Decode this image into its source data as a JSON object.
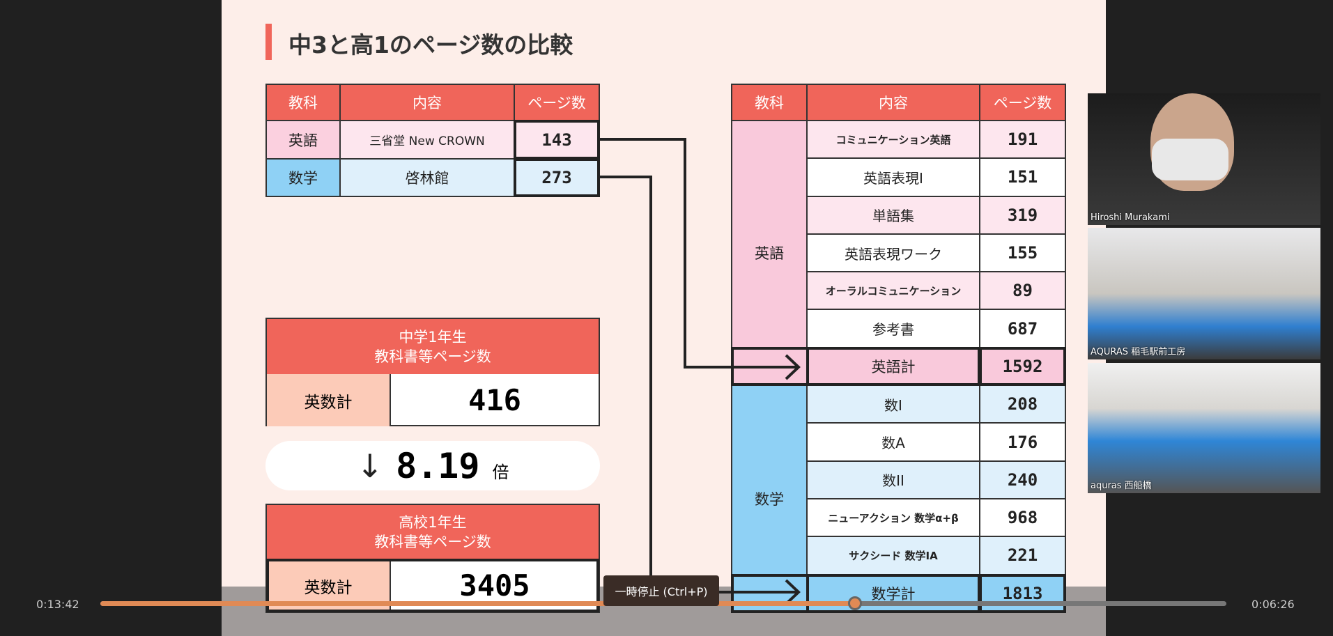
{
  "title": "中3と高1のページ数の比較",
  "left_table": {
    "headers": [
      "教科",
      "内容",
      "ページ数"
    ],
    "rows": [
      {
        "subject": "英語",
        "content": "三省堂 New CROWN",
        "pages": "143",
        "color": "#fbd0df",
        "bg": "#fde6ee"
      },
      {
        "subject": "数学",
        "content": "啓林館",
        "pages": "273",
        "color": "#8fd1f5",
        "bg": "#dff0fb"
      }
    ]
  },
  "box1": {
    "header_line1": "中学1年生",
    "header_line2": "教科書等ページ数",
    "label": "英数計",
    "value": "416"
  },
  "ratio": {
    "value": "8.19",
    "unit": "倍"
  },
  "box2": {
    "header_line1": "高校1年生",
    "header_line2": "教科書等ページ数",
    "label": "英数計",
    "value": "3405"
  },
  "right_table": {
    "headers": [
      "教科",
      "内容",
      "ページ数"
    ],
    "groups": [
      {
        "subject": "英語",
        "color": "#f9c9db",
        "rows": [
          [
            "コミュニケーション英語",
            "191"
          ],
          [
            "英語表現I",
            "151"
          ],
          [
            "単語集",
            "319"
          ],
          [
            "英語表現ワーク",
            "155"
          ],
          [
            "オーラルコミュニケーション",
            "89"
          ],
          [
            "参考書",
            "687"
          ]
        ],
        "total": [
          "英語計",
          "1592"
        ],
        "alt": "#fde6ee"
      },
      {
        "subject": "数学",
        "color": "#8fd1f5",
        "rows": [
          [
            "数I",
            "208"
          ],
          [
            "数A",
            "176"
          ],
          [
            "数II",
            "240"
          ],
          [
            "ニューアクション 数学α+β",
            "968"
          ],
          [
            "サクシード 数学IA",
            "221"
          ]
        ],
        "total": [
          "数学計",
          "1813"
        ],
        "alt": "#dff0fb"
      }
    ]
  },
  "participants": [
    "Hiroshi Murakami",
    "AQURAS 稲毛駅前工房",
    "aquras 西船橋"
  ],
  "player": {
    "elapsed": "0:13:42",
    "remaining": "0:06:26",
    "progress": 0.67,
    "tooltip": "一時停止 (Ctrl+P)"
  }
}
